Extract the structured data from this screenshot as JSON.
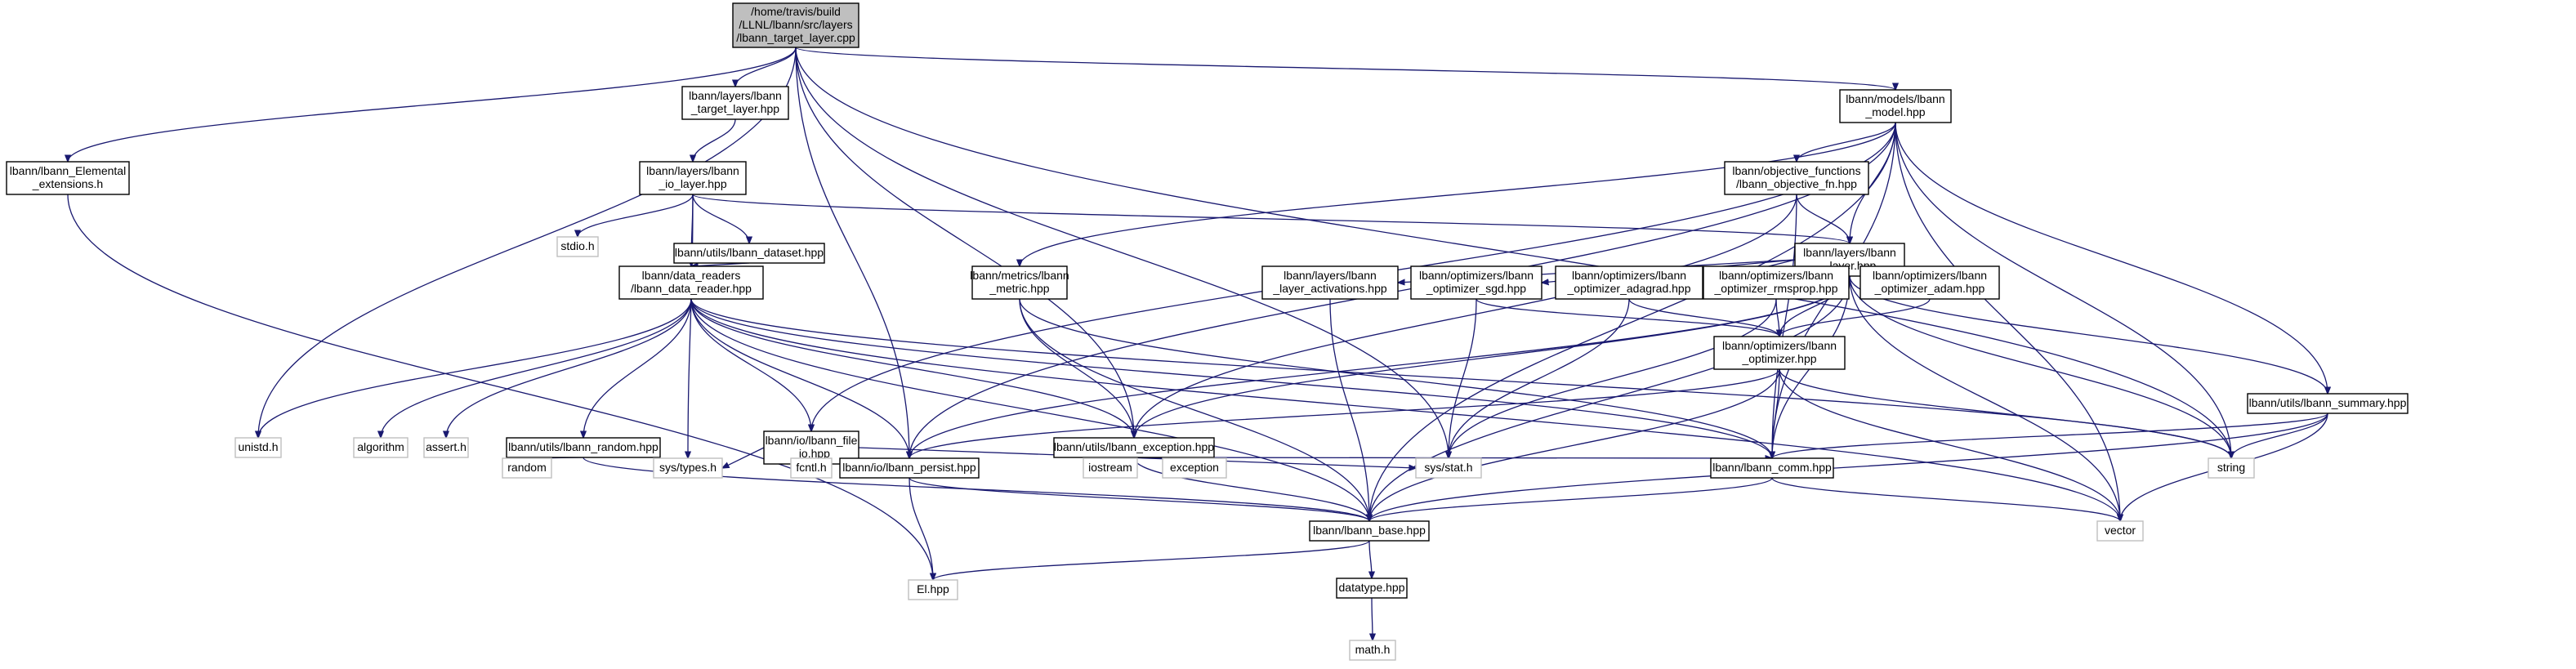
{
  "title": "",
  "colors": {
    "edge": "#191970",
    "node_border": "#000000",
    "external_border": "#bfbfbf",
    "root_fill": "#bfbfbf"
  },
  "nodes": [
    {
      "id": "root",
      "lines": [
        "/home/travis/build",
        "/LLNL/lbann/src/layers",
        "/lbann_target_layer.cpp"
      ],
      "kind": "root"
    },
    {
      "id": "elemental",
      "lines": [
        "lbann/lbann_Elemental",
        "_extensions.h"
      ],
      "kind": "doc"
    },
    {
      "id": "target_layer",
      "lines": [
        "lbann/layers/lbann",
        "_target_layer.hpp"
      ],
      "kind": "doc"
    },
    {
      "id": "io_layer",
      "lines": [
        "lbann/layers/lbann",
        "_io_layer.hpp"
      ],
      "kind": "doc"
    },
    {
      "id": "stdio",
      "lines": [
        "stdio.h"
      ],
      "kind": "ext"
    },
    {
      "id": "dataset",
      "lines": [
        "lbann/utils/lbann_dataset.hpp"
      ],
      "kind": "doc"
    },
    {
      "id": "data_reader",
      "lines": [
        "lbann/data_readers",
        "/lbann_data_reader.hpp"
      ],
      "kind": "doc"
    },
    {
      "id": "unistd",
      "lines": [
        "unistd.h"
      ],
      "kind": "ext"
    },
    {
      "id": "algorithm",
      "lines": [
        "algorithm"
      ],
      "kind": "ext"
    },
    {
      "id": "assert",
      "lines": [
        "assert.h"
      ],
      "kind": "ext"
    },
    {
      "id": "random_hpp",
      "lines": [
        "lbann/utils/lbann_random.hpp"
      ],
      "kind": "doc"
    },
    {
      "id": "random",
      "lines": [
        "random"
      ],
      "kind": "ext"
    },
    {
      "id": "file_io",
      "lines": [
        "lbann/io/lbann_file",
        "_io.hpp"
      ],
      "kind": "doc"
    },
    {
      "id": "sys_types",
      "lines": [
        "sys/types.h"
      ],
      "kind": "ext"
    },
    {
      "id": "fcntl",
      "lines": [
        "fcntl.h"
      ],
      "kind": "ext"
    },
    {
      "id": "persist",
      "lines": [
        "lbann/io/lbann_persist.hpp"
      ],
      "kind": "doc"
    },
    {
      "id": "el",
      "lines": [
        "El.hpp"
      ],
      "kind": "ext"
    },
    {
      "id": "metric",
      "lines": [
        "lbann/metrics/lbann",
        "_metric.hpp"
      ],
      "kind": "doc"
    },
    {
      "id": "exception",
      "lines": [
        "lbann/utils/lbann_exception.hpp"
      ],
      "kind": "doc"
    },
    {
      "id": "iostream",
      "lines": [
        "iostream"
      ],
      "kind": "ext"
    },
    {
      "id": "exception_std",
      "lines": [
        "exception"
      ],
      "kind": "ext"
    },
    {
      "id": "base",
      "lines": [
        "lbann/lbann_base.hpp"
      ],
      "kind": "doc"
    },
    {
      "id": "datatype",
      "lines": [
        "datatype.hpp"
      ],
      "kind": "doc"
    },
    {
      "id": "math",
      "lines": [
        "math.h"
      ],
      "kind": "ext"
    },
    {
      "id": "model",
      "lines": [
        "lbann/models/lbann",
        "_model.hpp"
      ],
      "kind": "doc"
    },
    {
      "id": "objective",
      "lines": [
        "lbann/objective_functions",
        "/lbann_objective_fn.hpp"
      ],
      "kind": "doc"
    },
    {
      "id": "layer",
      "lines": [
        "lbann/layers/lbann",
        "_layer.hpp"
      ],
      "kind": "doc"
    },
    {
      "id": "activations",
      "lines": [
        "lbann/layers/lbann",
        "_layer_activations.hpp"
      ],
      "kind": "doc"
    },
    {
      "id": "sgd",
      "lines": [
        "lbann/optimizers/lbann",
        "_optimizer_sgd.hpp"
      ],
      "kind": "doc"
    },
    {
      "id": "adagrad",
      "lines": [
        "lbann/optimizers/lbann",
        "_optimizer_adagrad.hpp"
      ],
      "kind": "doc"
    },
    {
      "id": "rmsprop",
      "lines": [
        "lbann/optimizers/lbann",
        "_optimizer_rmsprop.hpp"
      ],
      "kind": "doc"
    },
    {
      "id": "adam",
      "lines": [
        "lbann/optimizers/lbann",
        "_optimizer_adam.hpp"
      ],
      "kind": "doc"
    },
    {
      "id": "optimizer",
      "lines": [
        "lbann/optimizers/lbann",
        "_optimizer.hpp"
      ],
      "kind": "doc"
    },
    {
      "id": "sys_stat",
      "lines": [
        "sys/stat.h"
      ],
      "kind": "ext"
    },
    {
      "id": "comm",
      "lines": [
        "lbann/lbann_comm.hpp"
      ],
      "kind": "doc"
    },
    {
      "id": "summary",
      "lines": [
        "lbann/utils/lbann_summary.hpp"
      ],
      "kind": "doc"
    },
    {
      "id": "string",
      "lines": [
        "string"
      ],
      "kind": "ext"
    },
    {
      "id": "vector",
      "lines": [
        "vector"
      ],
      "kind": "ext"
    }
  ],
  "edges": [
    [
      "root",
      "elemental"
    ],
    [
      "root",
      "target_layer"
    ],
    [
      "root",
      "unistd"
    ],
    [
      "root",
      "persist"
    ],
    [
      "root",
      "sys_stat"
    ],
    [
      "root",
      "exception"
    ],
    [
      "root",
      "model"
    ],
    [
      "root",
      "string"
    ],
    [
      "elemental",
      "el"
    ],
    [
      "target_layer",
      "io_layer"
    ],
    [
      "io_layer",
      "stdio"
    ],
    [
      "io_layer",
      "dataset"
    ],
    [
      "io_layer",
      "data_reader"
    ],
    [
      "io_layer",
      "sys_types"
    ],
    [
      "io_layer",
      "layer"
    ],
    [
      "dataset",
      "data_reader"
    ],
    [
      "data_reader",
      "unistd"
    ],
    [
      "data_reader",
      "algorithm"
    ],
    [
      "data_reader",
      "assert"
    ],
    [
      "data_reader",
      "random_hpp"
    ],
    [
      "data_reader",
      "file_io"
    ],
    [
      "data_reader",
      "persist"
    ],
    [
      "data_reader",
      "base"
    ],
    [
      "data_reader",
      "exception"
    ],
    [
      "data_reader",
      "comm"
    ],
    [
      "data_reader",
      "string"
    ],
    [
      "data_reader",
      "vector"
    ],
    [
      "random_hpp",
      "random"
    ],
    [
      "random_hpp",
      "base"
    ],
    [
      "file_io",
      "sys_types"
    ],
    [
      "file_io",
      "fcntl"
    ],
    [
      "file_io",
      "sys_stat"
    ],
    [
      "persist",
      "base"
    ],
    [
      "persist",
      "el"
    ],
    [
      "metric",
      "exception"
    ],
    [
      "metric",
      "base"
    ],
    [
      "metric",
      "comm"
    ],
    [
      "exception",
      "iostream"
    ],
    [
      "exception",
      "exception_std"
    ],
    [
      "exception",
      "base"
    ],
    [
      "exception",
      "comm"
    ],
    [
      "base",
      "el"
    ],
    [
      "base",
      "datatype"
    ],
    [
      "datatype",
      "math"
    ],
    [
      "model",
      "objective"
    ],
    [
      "model",
      "layer"
    ],
    [
      "model",
      "metric"
    ],
    [
      "model",
      "file_io"
    ],
    [
      "model",
      "persist"
    ],
    [
      "model",
      "summary"
    ],
    [
      "model",
      "comm"
    ],
    [
      "model",
      "string"
    ],
    [
      "model",
      "vector"
    ],
    [
      "model",
      "base"
    ],
    [
      "objective",
      "layer"
    ],
    [
      "objective",
      "exception"
    ],
    [
      "objective",
      "comm"
    ],
    [
      "layer",
      "activations"
    ],
    [
      "layer",
      "sgd"
    ],
    [
      "layer",
      "adagrad"
    ],
    [
      "layer",
      "rmsprop"
    ],
    [
      "layer",
      "adam"
    ],
    [
      "layer",
      "optimizer"
    ],
    [
      "layer",
      "summary"
    ],
    [
      "layer",
      "exception"
    ],
    [
      "layer",
      "persist"
    ],
    [
      "layer",
      "string"
    ],
    [
      "layer",
      "vector"
    ],
    [
      "layer",
      "base"
    ],
    [
      "layer",
      "comm"
    ],
    [
      "activations",
      "base"
    ],
    [
      "sgd",
      "optimizer"
    ],
    [
      "sgd",
      "sys_stat"
    ],
    [
      "adagrad",
      "optimizer"
    ],
    [
      "adagrad",
      "sys_stat"
    ],
    [
      "rmsprop",
      "optimizer"
    ],
    [
      "rmsprop",
      "sys_stat"
    ],
    [
      "adam",
      "optimizer"
    ],
    [
      "optimizer",
      "comm"
    ],
    [
      "optimizer",
      "base"
    ],
    [
      "optimizer",
      "string"
    ],
    [
      "optimizer",
      "vector"
    ],
    [
      "optimizer",
      "persist"
    ],
    [
      "comm",
      "base"
    ],
    [
      "comm",
      "vector"
    ],
    [
      "summary",
      "comm"
    ],
    [
      "summary",
      "string"
    ],
    [
      "summary",
      "vector"
    ],
    [
      "summary",
      "base"
    ]
  ]
}
